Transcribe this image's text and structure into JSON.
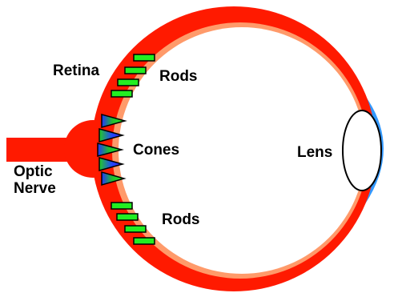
{
  "labels": {
    "retina": "Retina",
    "rods_top": "Rods",
    "cones": "Cones",
    "lens": "Lens",
    "optic_line1": "Optic",
    "optic_line2": "Nerve",
    "rods_bottom": "Rods"
  },
  "colors": {
    "eye_wall": "#ff1a00",
    "inner_rim": "#ff9a6a",
    "interior": "#ffffff",
    "cornea": "#3399ff",
    "rod_fill": "#22ee22",
    "rod_stroke": "#000000",
    "cone_green": "#22cc22",
    "cone_blue": "#2233ff",
    "text": "#000000"
  }
}
